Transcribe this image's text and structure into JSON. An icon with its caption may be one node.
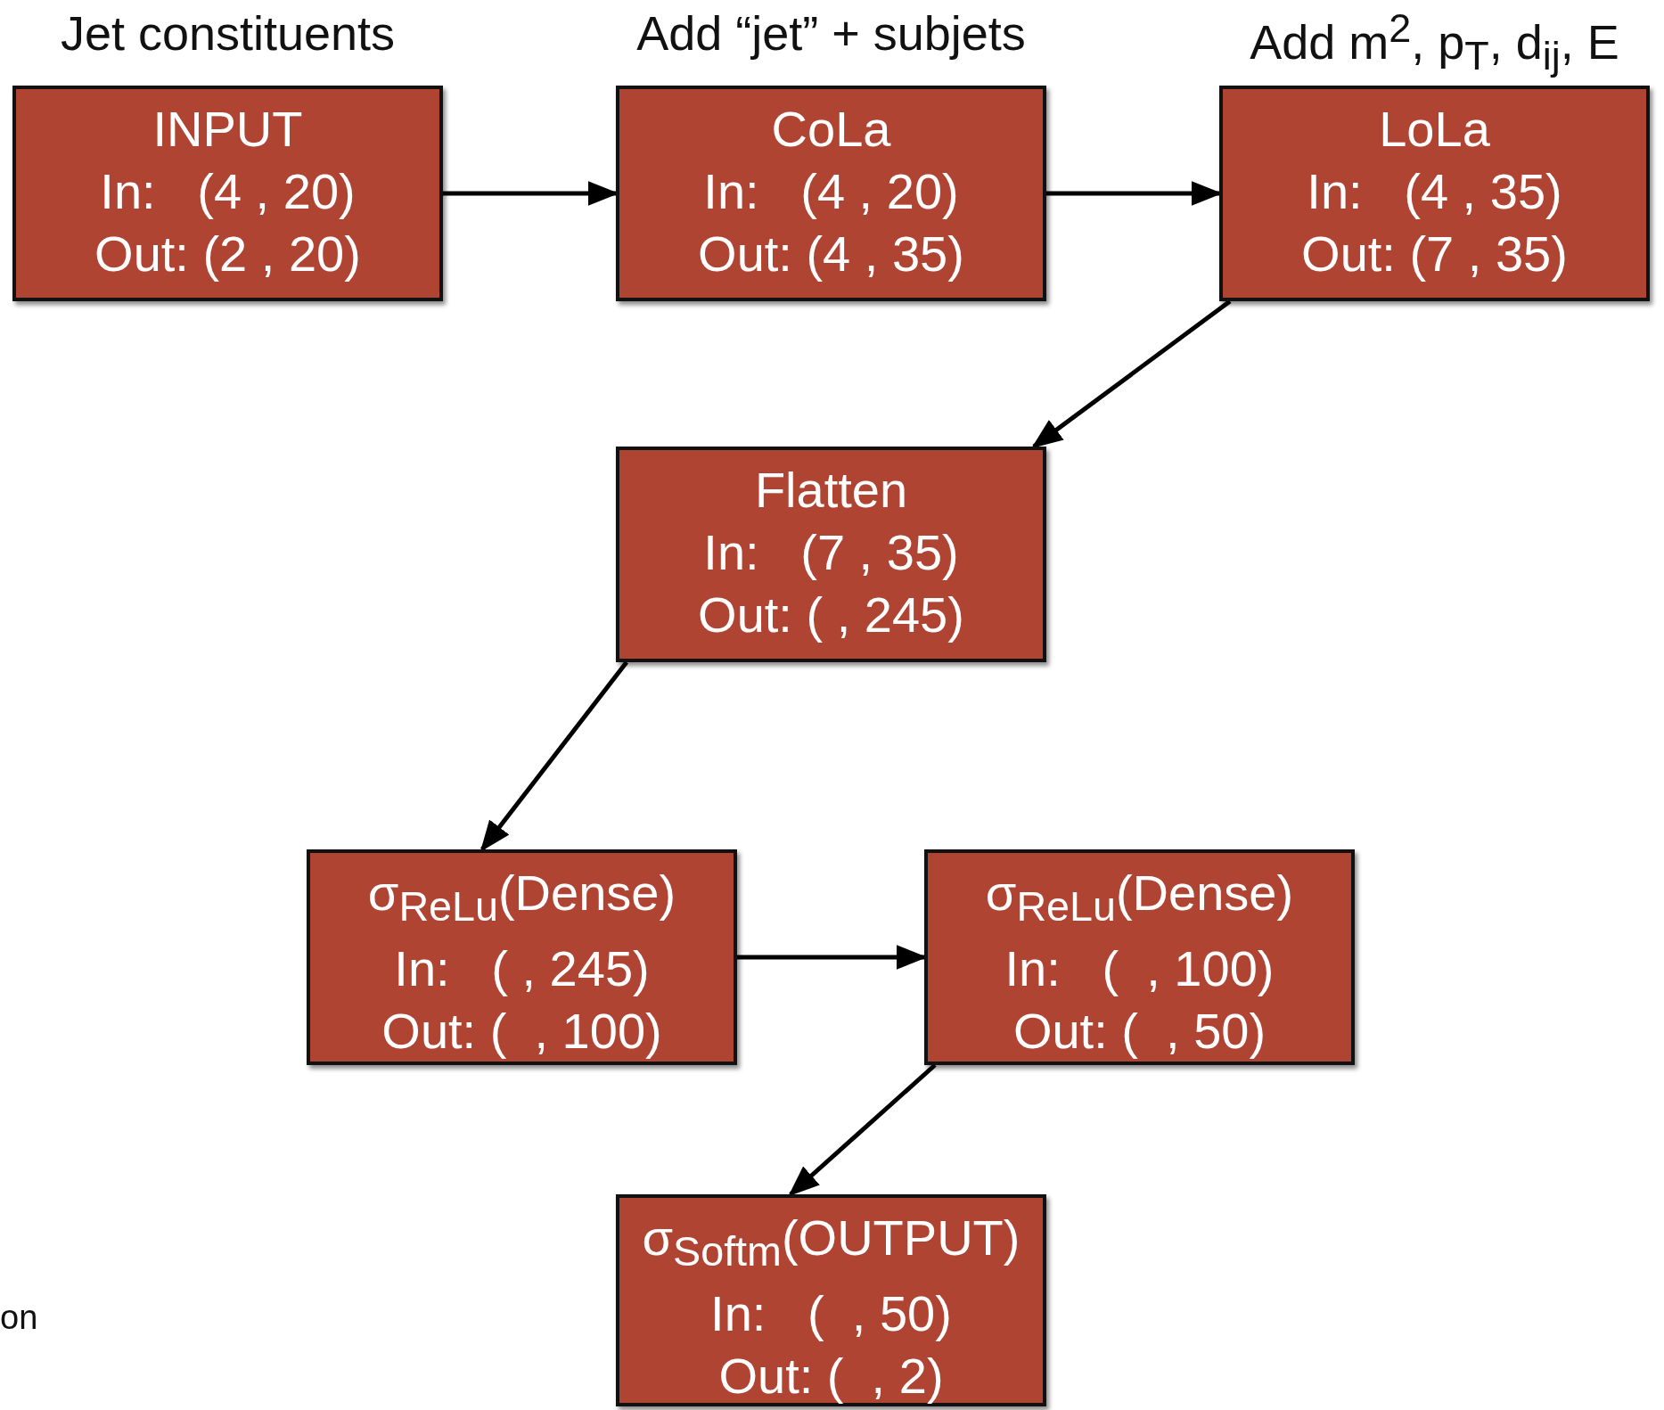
{
  "diagram": {
    "nodes": [
      {
        "text": [
          "INPUT",
          "In:   (4 , 20)",
          "Out: (2 , 20)"
        ],
        "beside": [
          "Jet constituents"
        ]
      },
      {
        "text": [
          "CoLa",
          "In:   (4 , 20)",
          "Out: (4 , 35)"
        ],
        "beside": [
          "Add “jet” + subjets"
        ]
      },
      {
        "text": [
          "LoLa",
          "In:   (4 , 35)",
          "Out: (7 , 35)"
        ],
        "beside": [
          "Add m$^{2}$, p$_{T}$, d$_{ij}$, E"
        ]
      },
      {
        "text": [
          "Flatten",
          "In:   (7 , 35)",
          "Out: ( , 245)"
        ]
      },
      {
        "text": [
          "σ$_{ReLu}$(Dense)",
          "In:   ( , 245)",
          "Out: (  , 100)"
        ]
      },
      {
        "text": [
          "σ$_{ReLu}$(Dense)",
          "In:   (  , 100)",
          "Out: (  , 50)"
        ]
      },
      {
        "text": [
          "σ$_{Softm}$(OUTPUT)",
          "In:   (  , 50)",
          "Out: (  , 2)"
        ]
      }
    ],
    "edges": [
      {
        "from": 0,
        "to": 1,
        "arrow": "to"
      },
      {
        "from": 1,
        "to": 2,
        "arrow": "to"
      },
      {
        "from": 2,
        "to": 3,
        "arrow": "to"
      },
      {
        "from": 3,
        "to": 4,
        "arrow": "to"
      },
      {
        "from": 4,
        "to": 5,
        "arrow": "to"
      },
      {
        "from": 5,
        "to": 6,
        "arrow": "to"
      }
    ],
    "labels": [
      "on"
    ]
  }
}
